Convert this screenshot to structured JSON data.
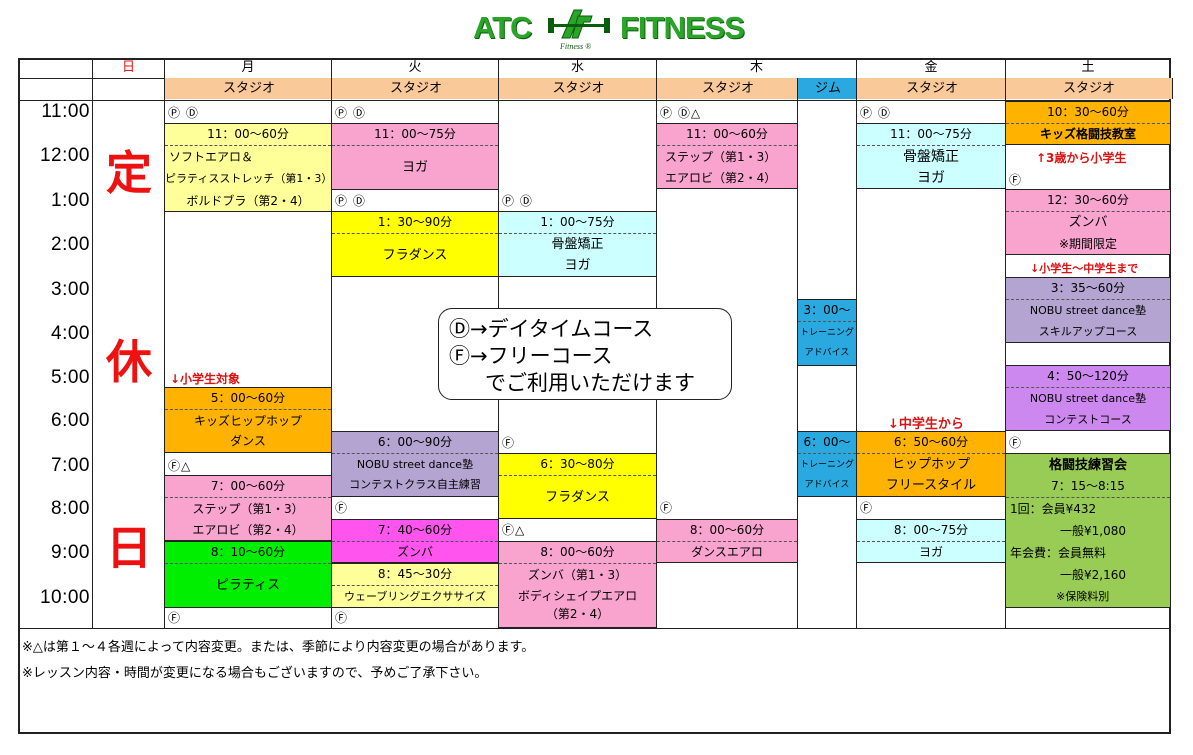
{
  "header": {
    "logo_left": "ATC",
    "logo_right": "FITNESS",
    "logo_sub": "Fitness ®"
  },
  "days": [
    "日",
    "月",
    "火",
    "水",
    "木",
    "金",
    "土"
  ],
  "studio_labels": {
    "mon": "スタジオ",
    "tue": "スタジオ",
    "wed": "スタジオ",
    "thu": "スタジオ",
    "gym": "ジム",
    "fri": "スタジオ",
    "sat": "スタジオ"
  },
  "times": [
    "11:00",
    "12:00",
    "1:00",
    "2:00",
    "3:00",
    "4:00",
    "5:00",
    "6:00",
    "7:00",
    "8:00",
    "9:00",
    "10:00"
  ],
  "closed": [
    "定",
    "休",
    "日"
  ],
  "marks": {
    "mon_top": "Ⓟ Ⓓ",
    "tue_top": "Ⓟ Ⓓ",
    "thu_top": "Ⓟ Ⓓ△",
    "fri_top": "Ⓟ Ⓓ",
    "tue_1pm": "Ⓟ Ⓓ",
    "wed_1pm": "Ⓟ Ⓓ",
    "sat_12": "Ⓕ",
    "mon_7pm": "Ⓕ△",
    "wed_630": "Ⓕ",
    "sat_630": "Ⓕ",
    "tue_8pm": "Ⓕ",
    "thu_8pm": "Ⓕ",
    "fri_8pm": "Ⓕ",
    "wed_9pm": "Ⓕ△",
    "mon_end": "Ⓕ",
    "tue_end": "Ⓕ"
  },
  "notes": {
    "mon": "↓小学生対象",
    "fri": "↓中学生から",
    "sat_age": "↑3歳から小学生",
    "sat_range": "↓小学生～中学生まで"
  },
  "classes": {
    "mon1": {
      "time": "11：00～60分",
      "l1": "ソフトエアロ＆",
      "l2": "ピラティスストレッチ（第1・3）",
      "l3": "ボルドブラ（第2・4）"
    },
    "tue1": {
      "time": "11：00～75分",
      "l1": "ヨガ"
    },
    "thu1": {
      "time": "11：00～60分",
      "l1": "ステップ（第1・3）",
      "l2": "エアロビ（第2・4）"
    },
    "fri1": {
      "time": "11：00～75分",
      "l1": "骨盤矯正",
      "l2": "ヨガ"
    },
    "sat1": {
      "time": "10：30～60分",
      "l1": "キッズ格闘技教室"
    },
    "tue2": {
      "time": "1：30～90分",
      "l1": "フラダンス"
    },
    "wed1": {
      "time": "1：00～75分",
      "l1": "骨盤矯正",
      "l2": "ヨガ"
    },
    "sat2": {
      "time": "12：30～60分",
      "l1": "ズンバ",
      "l2": "※期間限定"
    },
    "sat3": {
      "time": "3：35～60分",
      "l1": "NOBU street dance塾",
      "l2": "スキルアップコース"
    },
    "gym1": {
      "time": "3：00～",
      "l1": "トレーニング",
      "l2": "アドバイス"
    },
    "sat4": {
      "time": "4：50～120分",
      "l1": "NOBU street dance塾",
      "l2": "コンテストコース"
    },
    "mon2": {
      "time": "5：00～60分",
      "l1": "キッズヒップホップ",
      "l2": "ダンス"
    },
    "tue3": {
      "time": "6：00～90分",
      "l1": "NOBU street dance塾",
      "l2": "コンテストクラス自主練習"
    },
    "gym2": {
      "time": "6：00～",
      "l1": "トレーニング",
      "l2": "アドバイス"
    },
    "fri2": {
      "time": "6：50～60分",
      "l1": "ヒップホップ",
      "l2": "フリースタイル"
    },
    "sat5": {
      "title": "格闘技練習会",
      "time": "7：15～8:15",
      "l1": "1回：会員¥432",
      "l2": "一般¥1,080",
      "l3": "年会費：会員無料",
      "l4": "一般¥2,160",
      "l5": "※保険料別"
    },
    "wed2": {
      "time": "6：30～80分",
      "l1": "フラダンス"
    },
    "mon3": {
      "time": "7：00～60分",
      "l1": "ステップ（第1・3）",
      "l2": "エアロビ（第2・4）"
    },
    "tue4": {
      "time": "7：40～60分",
      "l1": "ズンバ"
    },
    "thu2": {
      "time": "8：00～60分",
      "l1": "ダンスエアロ"
    },
    "fri3": {
      "time": "8：00～75分",
      "l1": "ヨガ"
    },
    "mon4": {
      "time": "8：10～60分",
      "l1": "ピラティス"
    },
    "wed3": {
      "time": "8：00～60分",
      "l1": "ズンバ（第1・3）",
      "l2": "ボディシェイプエアロ",
      "l3": "（第2・4）"
    },
    "tue5": {
      "time": "8：45～30分",
      "l1": "ウェーブリングエクササイズ"
    }
  },
  "legend": {
    "l1": "Ⓓ→デイタイムコース",
    "l2": "Ⓕ→フリーコース",
    "l3": "でご利用いただけます"
  },
  "footer": {
    "l1": "※△は第１～４各週によって内容変更。または、季節により内容変更の場合があります。",
    "l2": "※レッスン内容・時間が変更になる場合もございますので、予めご了承下さい。"
  },
  "colors": {
    "studio": "#f9c99a",
    "gym": "#29a9e0",
    "yellow_light": "#ffff99",
    "pink": "#f9a3cf",
    "cyan": "#ccffff",
    "yellow": "#ffff00",
    "orange": "#ffb300",
    "lavender": "#b3a4d1",
    "violet": "#cc88ee",
    "green": "#99cc55",
    "magenta": "#ff55ee",
    "bright_green": "#00ee00",
    "red_text": "#ee1111"
  }
}
